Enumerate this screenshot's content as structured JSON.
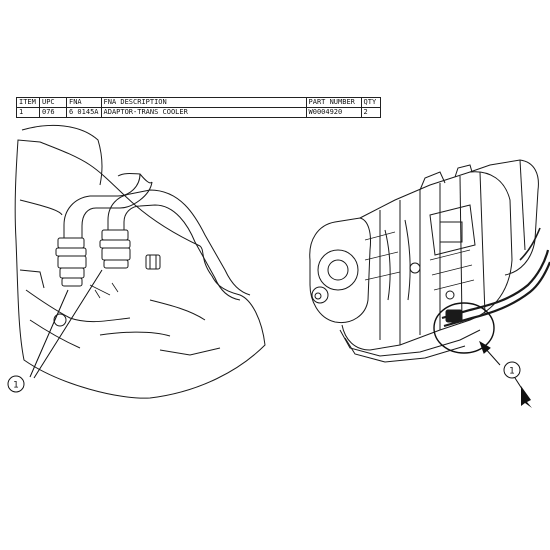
{
  "parts_table": {
    "headers": [
      "ITEM",
      "UPC",
      "FNA",
      "FNA DESCRIPTION",
      "PART NUMBER",
      "QTY"
    ],
    "rows": [
      [
        "1",
        "076",
        "6 0145A",
        "ADAPTOR-TRANS COOLER",
        "W0004920",
        "2"
      ]
    ]
  },
  "callouts": {
    "left": "1",
    "right": "1"
  }
}
